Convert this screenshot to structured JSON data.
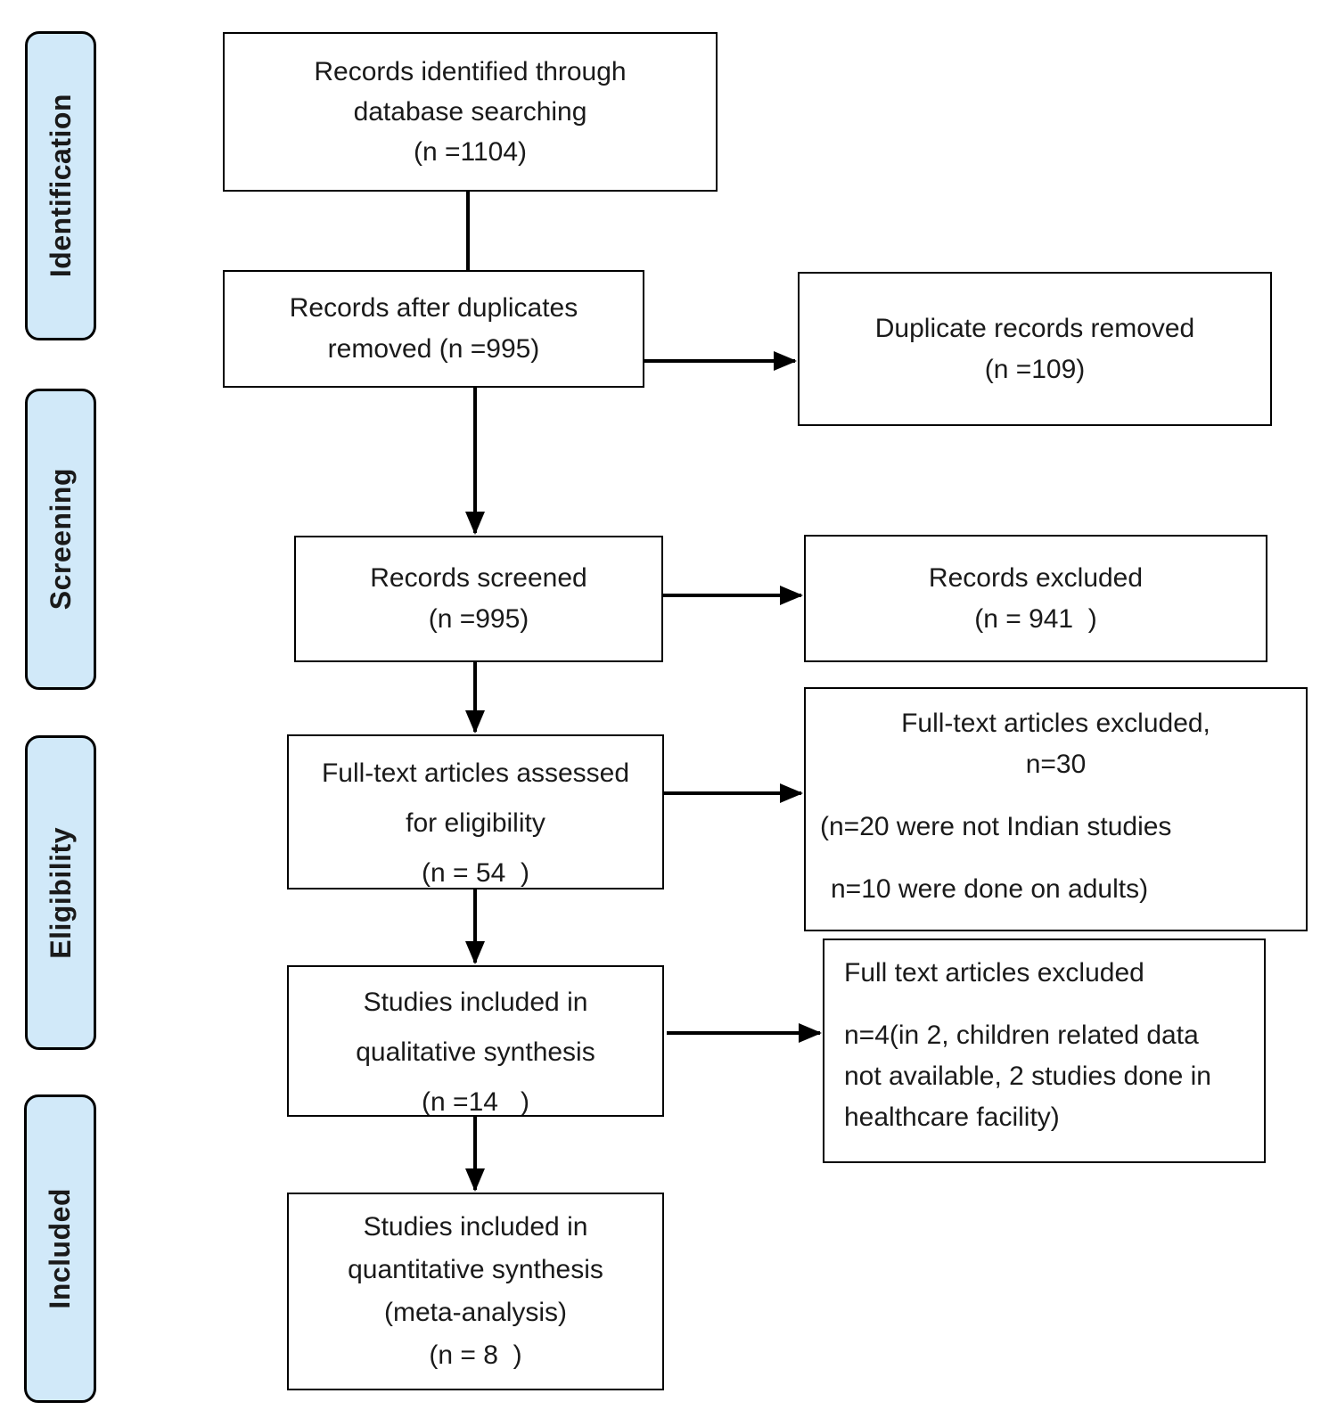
{
  "stages": [
    {
      "label": "Identification"
    },
    {
      "label": "Screening"
    },
    {
      "label": "Eligibility"
    },
    {
      "label": "Included"
    }
  ],
  "boxes": {
    "identified": {
      "lines": [
        "Records identified through",
        "database searching",
        "(n =1104)"
      ]
    },
    "after_duplicates": {
      "lines": [
        "Records after duplicates",
        "removed (n =995)"
      ]
    },
    "duplicates_removed": {
      "lines": [
        "Duplicate records removed",
        "(n =109)"
      ]
    },
    "screened": {
      "lines": [
        "Records screened",
        "(n =995)"
      ]
    },
    "records_excluded": {
      "lines": [
        "Records excluded",
        "(n = 941  )"
      ]
    },
    "fulltext_assessed": {
      "lines": [
        "Full-text articles assessed",
        "for eligibility",
        "(n = 54  )"
      ]
    },
    "fulltext_excluded_n30": {
      "centered": [
        "Full-text articles excluded,",
        "n=30"
      ],
      "details": [
        "(n=20 were not Indian studies",
        "n=10 were done on adults)"
      ]
    },
    "qualitative": {
      "lines": [
        "Studies included in",
        "qualitative synthesis",
        "(n =14   )"
      ]
    },
    "fulltext_excluded_n4": {
      "title": "Full text articles excluded",
      "lines": [
        "n=4(in 2, children related data",
        "not available, 2 studies done in",
        "healthcare facility)"
      ]
    },
    "quantitative": {
      "lines": [
        "Studies included in",
        "quantitative synthesis",
        "(meta-analysis)",
        "(n = 8  )"
      ]
    }
  },
  "colors": {
    "stage_fill": "#d1e9f9",
    "box_fill": "#ffffff",
    "line": "#000000",
    "text": "#1a1a1a"
  }
}
